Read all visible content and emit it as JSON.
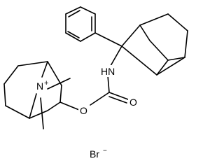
{
  "structure": {
    "labels": {
      "nitrogen": "N",
      "nitrogen_charge": "+",
      "nh": "HN",
      "ester_oxygen": "O",
      "carbonyl_oxygen": "O",
      "bromide": "Br",
      "bromide_charge": "−"
    }
  }
}
